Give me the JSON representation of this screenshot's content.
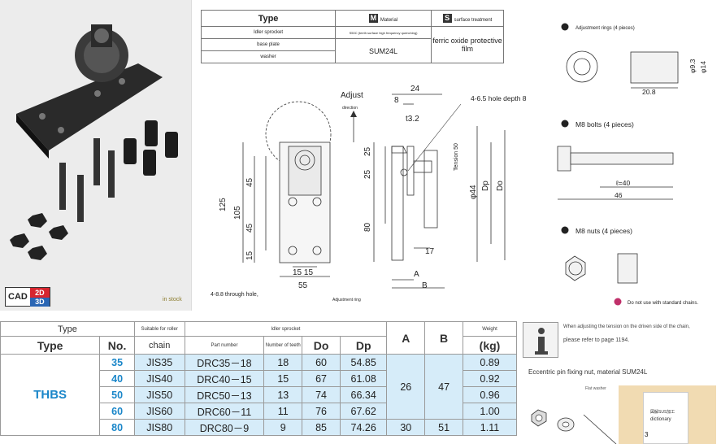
{
  "product": {
    "cad_label": "CAD",
    "cad_2d": "2D",
    "cad_3d": "3D",
    "stock_label": "in stock"
  },
  "material_table": {
    "col_type": "Type",
    "col_material_icon": "M",
    "col_material": "Material",
    "col_surface_icon": "S",
    "col_surface": "surface treatment",
    "rows": [
      "Idler sprocket",
      "base plate",
      "washer"
    ],
    "idler_note": "S50C (teeth surface high frequency quenching)",
    "material_main": "SUM24L",
    "surface_value": "ferric oxide protective film"
  },
  "drawing": {
    "adjust_label": "Adjust",
    "direction_label": "direction",
    "hole_depth_label": "4-6.5 hole depth 8",
    "through_hole_label": "4-8.8 through hole,",
    "adjustment_ring_label": "Adjustment ring",
    "tension_label": "Tension 50",
    "dim_125": "125",
    "dim_105": "105",
    "dim_45a": "45",
    "dim_45b": "45",
    "dim_15": "15",
    "dim_15_15": "15 15",
    "dim_55": "55",
    "dim_24": "24",
    "dim_8": "8",
    "dim_t32": "t3.2",
    "dim_25a": "25",
    "dim_25b": "25",
    "dim_80": "80",
    "dim_17": "17",
    "dim_phi44": "φ44",
    "dim_dp": "Dp",
    "dim_do": "Do",
    "dim_a": "A",
    "dim_b": "B"
  },
  "side_parts": {
    "rings_label": "Adjustment rings (4 pieces)",
    "ring_phi93": "φ9.3",
    "ring_phi14": "φ14",
    "ring_len": "20.8",
    "bolts_label": "M8 bolts (4 pieces)",
    "bolt_l": "ℓ=40",
    "bolt_46": "46",
    "nuts_label": "M8 nuts (4 pieces)",
    "warning": "Do not use with standard chains."
  },
  "spec_table": {
    "h_type_small": "Type",
    "h_type": "Type",
    "h_no": "No.",
    "h_suitable": "Suitable for roller",
    "h_chain": "chain",
    "h_idler": "Idler sprocket",
    "h_partno": "Part number",
    "h_teeth": "Number of teeth",
    "h_do": "Do",
    "h_dp": "Dp",
    "h_a": "A",
    "h_b": "B",
    "h_weight": "Weight",
    "h_kg": "(kg)",
    "type_value": "THBS",
    "rows": [
      {
        "no": "35",
        "chain": "JIS35",
        "part": "DRC35－18",
        "teeth": "18",
        "do": "60",
        "dp": "54.85",
        "weight": "0.89"
      },
      {
        "no": "40",
        "chain": "JIS40",
        "part": "DRC40－15",
        "teeth": "15",
        "do": "67",
        "dp": "61.08",
        "weight": "0.92"
      },
      {
        "no": "50",
        "chain": "JIS50",
        "part": "DRC50－13",
        "teeth": "13",
        "do": "74",
        "dp": "66.34",
        "weight": "0.96"
      },
      {
        "no": "60",
        "chain": "JIS60",
        "part": "DRC60－11",
        "teeth": "11",
        "do": "76",
        "dp": "67.62",
        "weight": "1.00"
      },
      {
        "no": "80",
        "chain": "JIS80",
        "part": "DRC80－9",
        "teeth": "9",
        "do": "85",
        "dp": "74.26",
        "weight": "1.11"
      }
    ],
    "ab_group_a": "26",
    "ab_group_b": "47",
    "ab_last_a": "30",
    "ab_last_b": "51"
  },
  "notes": {
    "info_line1": "When adjusting the tension on the driven side of the chain,",
    "info_line2": "please refer to page 1194.",
    "eccentric": "Eccentric pin fixing nut, material SUM24L",
    "flat_washer": "Flat washer",
    "overlay_line1": "図解SUS加工",
    "overlay_line2": "dictionary",
    "overlay_num": "3"
  }
}
